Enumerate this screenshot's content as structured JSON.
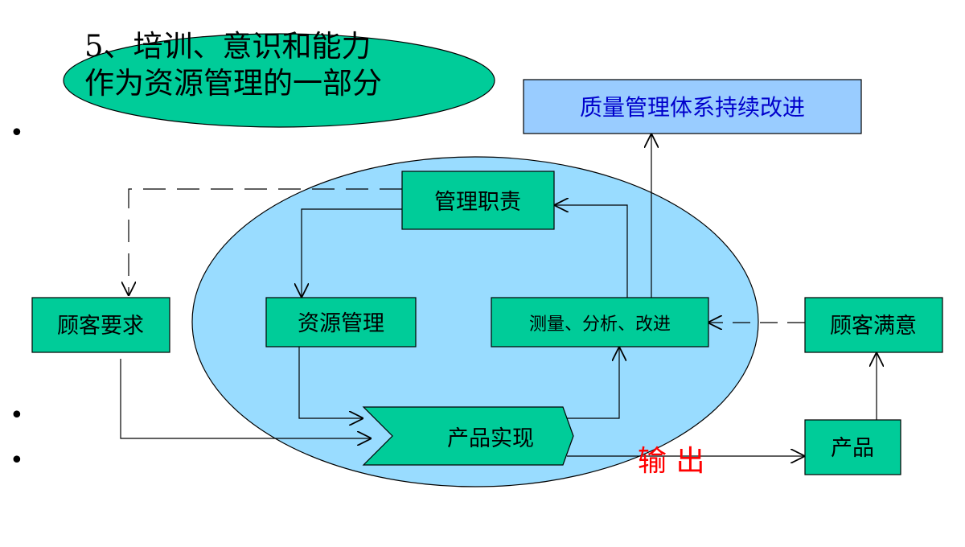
{
  "title": {
    "line1": "5、培训、意识和能力",
    "line2": "作为资源管理的一部分"
  },
  "bullets": [
    "•",
    "•",
    "•"
  ],
  "nodes": {
    "improvement": "质量管理体系持续改进",
    "management": "管理职责",
    "resource": "资源管理",
    "measurement": "测量、分析、改进",
    "customer_req": "顾客要求",
    "customer_sat": "顾客满意",
    "realization": "产品实现",
    "product": "产品"
  },
  "output_label": "输 出",
  "colors": {
    "green": "#00cc99",
    "process_ellipse": "#99dcff",
    "improvement_box": "#99ccff",
    "output_text": "#ff0000"
  }
}
